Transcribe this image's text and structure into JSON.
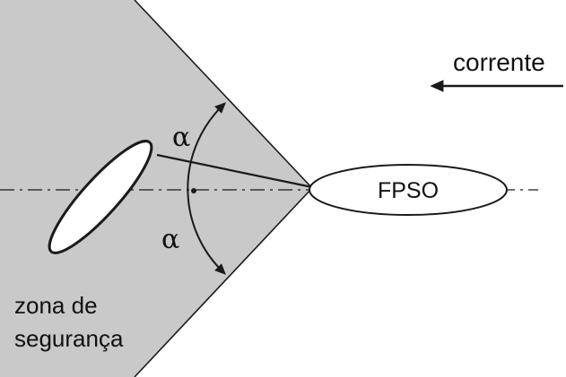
{
  "diagram": {
    "current_label": "corrente",
    "vessel_label": "FPSO",
    "angle_label_top": "α",
    "angle_label_bottom": "α",
    "zone_label_line1": "zona de",
    "zone_label_line2": "segurança",
    "colors": {
      "zone_fill": "#c9c9c9",
      "stroke": "#1a1a1a",
      "background": "#ffffff"
    }
  }
}
